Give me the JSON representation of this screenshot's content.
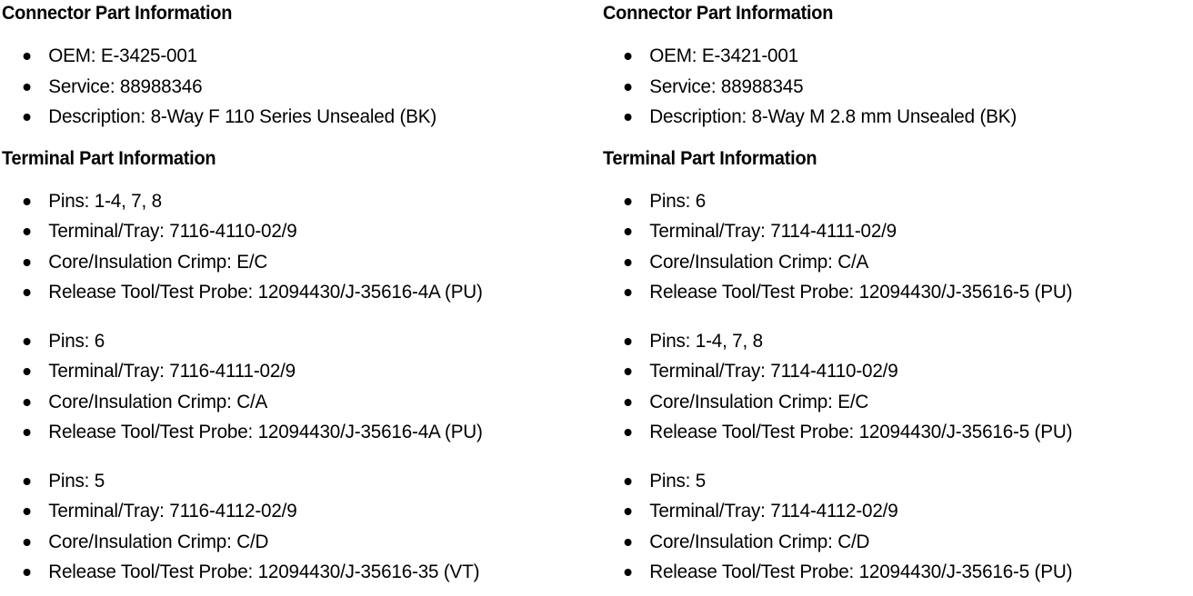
{
  "document": {
    "columns": [
      {
        "connector_section": {
          "title": "Connector Part Information",
          "items": [
            "OEM: E-3425-001",
            "Service: 88988346",
            "Description: 8-Way F 110 Series Unsealed (BK)"
          ]
        },
        "terminal_section": {
          "title": "Terminal Part Information",
          "groups": [
            {
              "items": [
                "Pins: 1-4, 7, 8",
                "Terminal/Tray: 7116-4110-02/9",
                "Core/Insulation Crimp: E/C",
                "Release Tool/Test Probe: 12094430/J-35616-4A (PU)"
              ]
            },
            {
              "items": [
                "Pins: 6",
                "Terminal/Tray: 7116-4111-02/9",
                "Core/Insulation Crimp: C/A",
                "Release Tool/Test Probe: 12094430/J-35616-4A (PU)"
              ]
            },
            {
              "items": [
                "Pins: 5",
                "Terminal/Tray: 7116-4112-02/9",
                "Core/Insulation Crimp: C/D",
                "Release Tool/Test Probe: 12094430/J-35616-35 (VT)"
              ]
            }
          ]
        }
      },
      {
        "connector_section": {
          "title": "Connector Part Information",
          "items": [
            "OEM: E-3421-001",
            "Service: 88988345",
            "Description: 8-Way M 2.8 mm Unsealed (BK)"
          ]
        },
        "terminal_section": {
          "title": "Terminal Part Information",
          "groups": [
            {
              "items": [
                "Pins: 6",
                "Terminal/Tray: 7114-4111-02/9",
                "Core/Insulation Crimp: C/A",
                "Release Tool/Test Probe: 12094430/J-35616-5 (PU)"
              ]
            },
            {
              "items": [
                "Pins: 1-4, 7, 8",
                "Terminal/Tray: 7114-4110-02/9",
                "Core/Insulation Crimp: E/C",
                "Release Tool/Test Probe: 12094430/J-35616-5 (PU)"
              ]
            },
            {
              "items": [
                "Pins: 5",
                "Terminal/Tray: 7114-4112-02/9",
                "Core/Insulation Crimp: C/D",
                "Release Tool/Test Probe: 12094430/J-35616-5 (PU)"
              ]
            }
          ]
        }
      }
    ]
  },
  "colors": {
    "text": "#000000",
    "background": "#ffffff",
    "bullet": "#000000"
  }
}
